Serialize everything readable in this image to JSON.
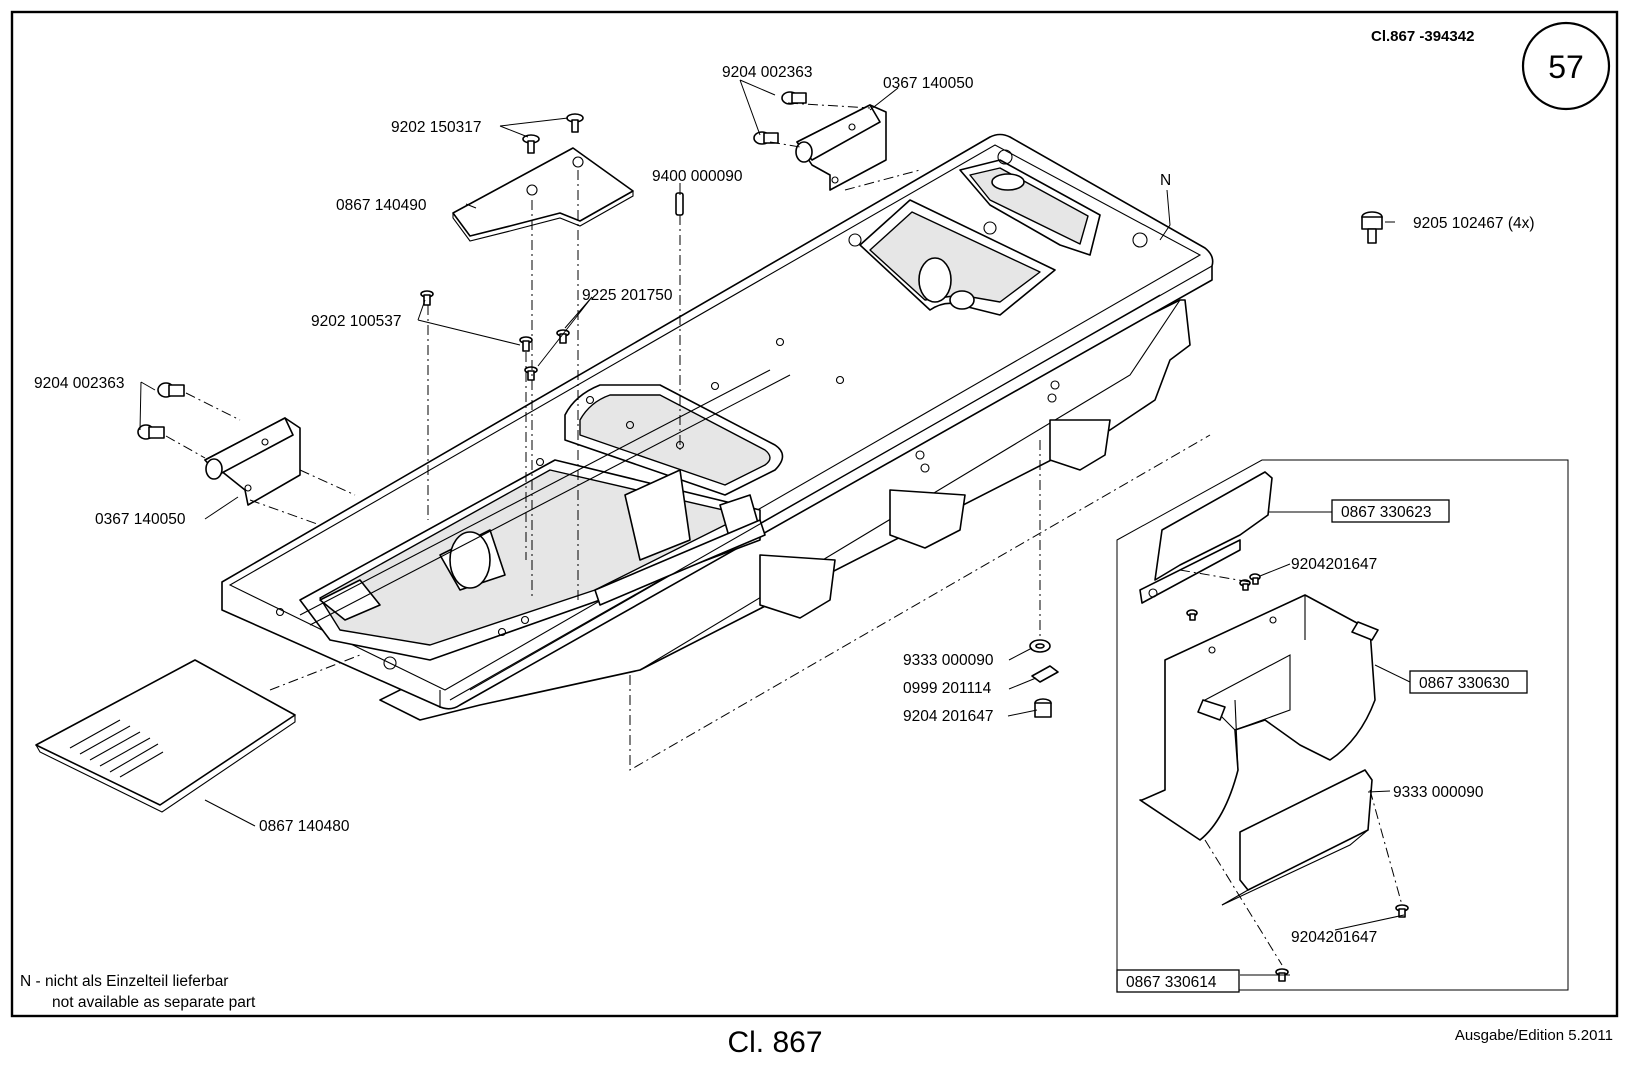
{
  "header": {
    "drawing_code": "Cl.867 -394342",
    "page_number": "57"
  },
  "parts": {
    "screw_9204_002363_top": "9204 002363",
    "hinge_0367_140050_top": "0367 140050",
    "screw_9202_150317": "9202 150317",
    "plate_0867_140490": "0867 140490",
    "pin_9400_000090": "9400 000090",
    "note_n": "N",
    "screw_9205_102467": "9205 102467 (4x)",
    "screw_9225_201750": "9225 201750",
    "screw_9202_100537": "9202 100537",
    "screw_9204_002363_left": "9204 002363",
    "hinge_0367_140050_left": "0367 140050",
    "cover_0867_140480": "0867 140480",
    "washer_9333_000090": "9333 000090",
    "clip_0999_201114": "0999 201114",
    "screw_9204_201647": "9204 201647",
    "box_0867_330623": "0867 330623",
    "screw_9204201647_a": "9204201647",
    "box_0867_330630": "0867 330630",
    "part_9333_000090_b": "9333 000090",
    "screw_9204201647_b": "9204201647",
    "box_0867_330614": "0867 330614"
  },
  "legend": {
    "line1": "N - nicht als Einzelteil lieferbar",
    "line2": "not available as separate part"
  },
  "footer": {
    "class_title": "Cl. 867",
    "edition": "Ausgabe/Edition  5.2011"
  }
}
